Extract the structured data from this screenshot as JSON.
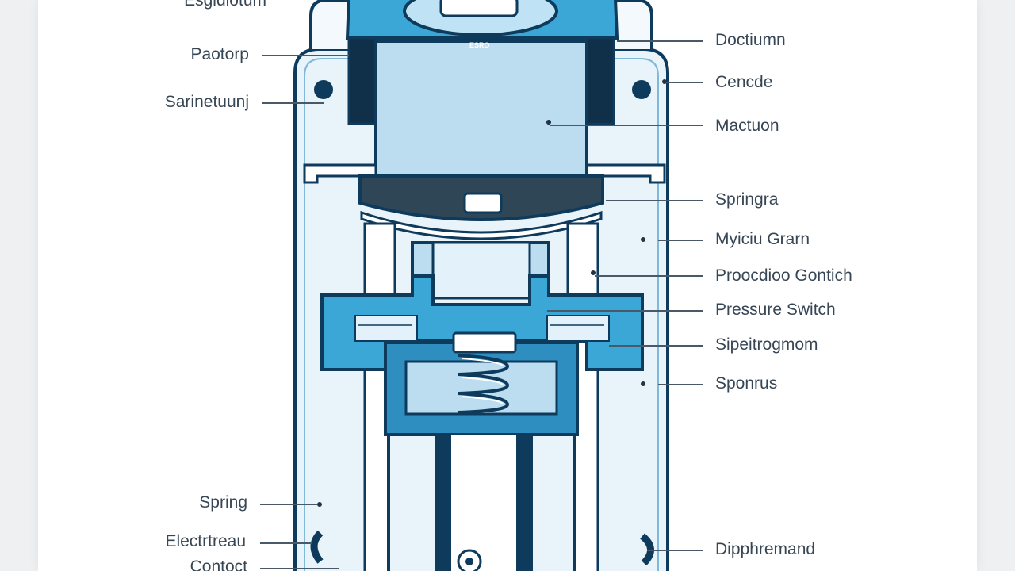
{
  "colors": {
    "outline": "#0e3a5c",
    "housing_fill": "#e9f3fa",
    "chamber_fill": "#bcdcf0",
    "accent_blue": "#3ba7d6",
    "dark_slate": "#2f4656",
    "label_text": "#374655"
  },
  "labels": {
    "top_left": "Esgidiotum",
    "left_1": "Paotorp",
    "left_2": "Sarinetuunj",
    "left_3": "Spring",
    "left_4": "Electrtreau",
    "left_5": "Contoct",
    "right_1": "Doctiumn",
    "right_2": "Cencde",
    "right_3": "Mactuon",
    "right_4": "Springra",
    "right_5": "Myiciu Grarn",
    "right_6": "Proocdioo Gontich",
    "right_7": "Pressure Switch",
    "right_8": "Sipeitrogmom",
    "right_9": "Sponrus",
    "right_10": "Dipphremand"
  },
  "cap_marking": "ESRO"
}
